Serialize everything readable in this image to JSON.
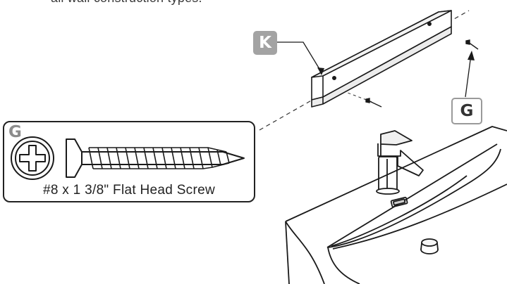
{
  "header": {
    "note": "all wall construction types."
  },
  "callouts": {
    "bracket_label": "K",
    "screw_label": "G"
  },
  "parts_box": {
    "letter": "G",
    "caption": "#8 x 1 3/8\" Flat Head Screw",
    "icons": [
      "phillips-head-icon",
      "flat-head-screw-icon"
    ]
  },
  "colors": {
    "ink": "#1a1a1a",
    "callout_fill": "#a3a3a3",
    "callout_border": "#9a9a9a"
  }
}
